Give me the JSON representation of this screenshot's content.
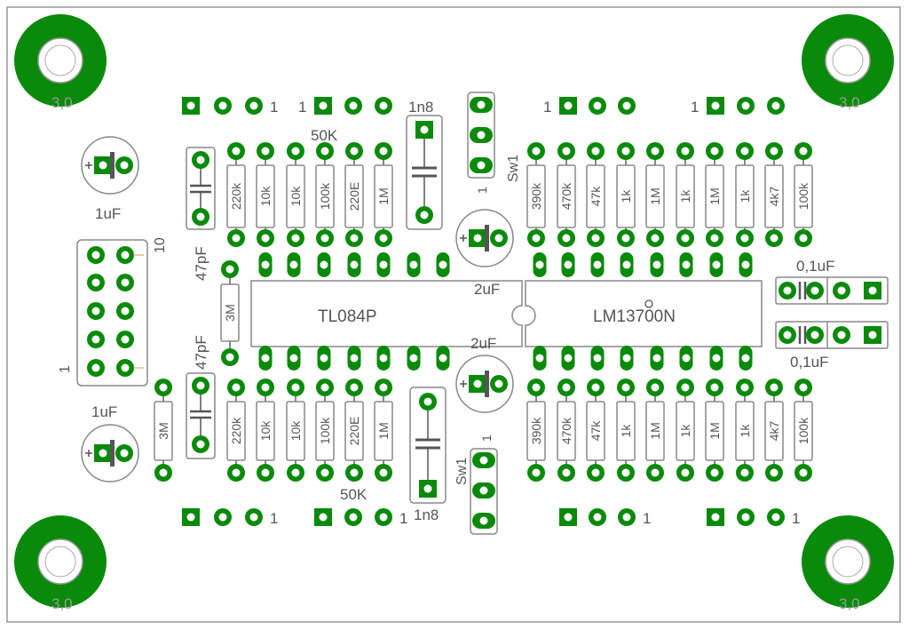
{
  "board": {
    "colors": {
      "copper": "#0a8a0a",
      "outline": "#999999",
      "silk": "#888888",
      "text": "#666666",
      "background": "#ffffff"
    }
  },
  "mounting_holes": [
    {
      "label": "3,0"
    },
    {
      "label": "3,0"
    },
    {
      "label": "3,0"
    },
    {
      "label": "3,0"
    }
  ],
  "ics": {
    "left": {
      "label": "TL084P"
    },
    "right": {
      "label": "LM13700N"
    }
  },
  "headers": {
    "pin_one_label": "1",
    "box_header_labels": {
      "top": "10",
      "bottom": "1"
    }
  },
  "pots": {
    "label": "50K"
  },
  "switches": {
    "label": "Sw1",
    "pin_label": "1"
  },
  "capacitors": {
    "electro_1uF": "1uF",
    "electro_2uF": "2uF",
    "film_1n8": "1n8",
    "cer_47pF": "47pF",
    "cer_0_1uF": "0,1uF"
  },
  "resistors": {
    "left_group": [
      "220k",
      "10k",
      "10k",
      "100k",
      "220E",
      "1M"
    ],
    "right_group": [
      "390k",
      "470k",
      "47k",
      "1k",
      "1M",
      "1k",
      "1M",
      "1k",
      "4k7",
      "100k"
    ],
    "feedback": "3M"
  }
}
